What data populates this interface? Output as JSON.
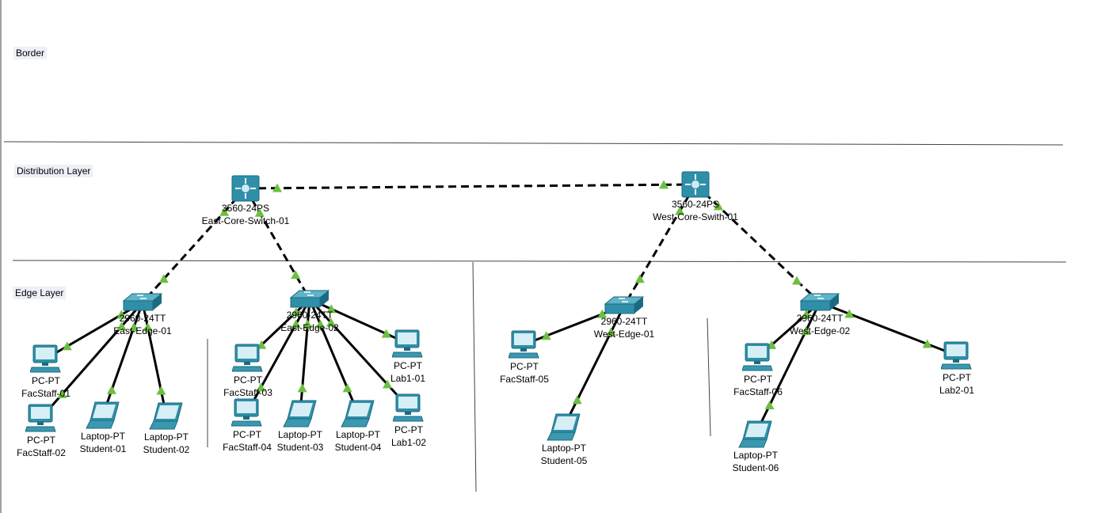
{
  "layers": [
    {
      "id": "border",
      "label": "Border"
    },
    {
      "id": "distribution",
      "label": "Distribution Layer"
    },
    {
      "id": "edge",
      "label": "Edge Layer"
    }
  ],
  "colors": {
    "link": "#000000",
    "port_up": "#6cbf3f",
    "device": "#2f8fa8",
    "device_dark": "#1b6b80",
    "label_bg": "#eef0f7"
  },
  "devices": [
    {
      "id": "ecs",
      "kind": "multilayer-switch",
      "model": "3560-24PS",
      "name": "East-Core-Switch-01"
    },
    {
      "id": "wcs",
      "kind": "multilayer-switch",
      "model": "3560-24PS",
      "name": "West-Core-Swith-01"
    },
    {
      "id": "ee1",
      "kind": "switch",
      "model": "2960-24TT",
      "name": "East-Edge-01"
    },
    {
      "id": "ee2",
      "kind": "switch",
      "model": "2960-24TT",
      "name": "East-Edge-02"
    },
    {
      "id": "we1",
      "kind": "switch",
      "model": "2960-24TT",
      "name": "West-Edge-01"
    },
    {
      "id": "we2",
      "kind": "switch",
      "model": "2960-24TT",
      "name": "West-Edge-02"
    },
    {
      "id": "fs01",
      "kind": "pc",
      "model": "PC-PT",
      "name": "FacStaff-01"
    },
    {
      "id": "fs02",
      "kind": "pc",
      "model": "PC-PT",
      "name": "FacStaff-02"
    },
    {
      "id": "st01",
      "kind": "laptop",
      "model": "Laptop-PT",
      "name": "Student-01"
    },
    {
      "id": "st02",
      "kind": "laptop",
      "model": "Laptop-PT",
      "name": "Student-02"
    },
    {
      "id": "fs03",
      "kind": "pc",
      "model": "PC-PT",
      "name": "FacStaff-03"
    },
    {
      "id": "fs04",
      "kind": "pc",
      "model": "PC-PT",
      "name": "FacStaff-04"
    },
    {
      "id": "st03",
      "kind": "laptop",
      "model": "Laptop-PT",
      "name": "Student-03"
    },
    {
      "id": "st04",
      "kind": "laptop",
      "model": "Laptop-PT",
      "name": "Student-04"
    },
    {
      "id": "lab101",
      "kind": "pc",
      "model": "PC-PT",
      "name": "Lab1-01"
    },
    {
      "id": "lab102",
      "kind": "pc",
      "model": "PC-PT",
      "name": "Lab1-02"
    },
    {
      "id": "fs05",
      "kind": "pc",
      "model": "PC-PT",
      "name": "FacStaff-05"
    },
    {
      "id": "st05",
      "kind": "laptop",
      "model": "Laptop-PT",
      "name": "Student-05"
    },
    {
      "id": "fs06",
      "kind": "pc",
      "model": "PC-PT",
      "name": "FacStaff-06"
    },
    {
      "id": "st06",
      "kind": "laptop",
      "model": "Laptop-PT",
      "name": "Student-06"
    },
    {
      "id": "lab201",
      "kind": "pc",
      "model": "PC-PT",
      "name": "Lab2-01"
    }
  ],
  "links": [
    {
      "from": "ecs",
      "to": "wcs",
      "style": "dashed"
    },
    {
      "from": "ecs",
      "to": "ee1",
      "style": "dashed"
    },
    {
      "from": "ecs",
      "to": "ee2",
      "style": "dashed"
    },
    {
      "from": "wcs",
      "to": "we1",
      "style": "dashed"
    },
    {
      "from": "wcs",
      "to": "we2",
      "style": "dashed"
    },
    {
      "from": "ee1",
      "to": "fs01",
      "style": "solid"
    },
    {
      "from": "ee1",
      "to": "fs02",
      "style": "solid"
    },
    {
      "from": "ee1",
      "to": "st01",
      "style": "solid"
    },
    {
      "from": "ee1",
      "to": "st02",
      "style": "solid"
    },
    {
      "from": "ee2",
      "to": "fs03",
      "style": "solid"
    },
    {
      "from": "ee2",
      "to": "fs04",
      "style": "solid"
    },
    {
      "from": "ee2",
      "to": "st03",
      "style": "solid"
    },
    {
      "from": "ee2",
      "to": "st04",
      "style": "solid"
    },
    {
      "from": "ee2",
      "to": "lab101",
      "style": "solid"
    },
    {
      "from": "ee2",
      "to": "lab102",
      "style": "solid"
    },
    {
      "from": "we1",
      "to": "fs05",
      "style": "solid"
    },
    {
      "from": "we1",
      "to": "st05",
      "style": "solid"
    },
    {
      "from": "we2",
      "to": "fs06",
      "style": "solid"
    },
    {
      "from": "we2",
      "to": "st06",
      "style": "solid"
    },
    {
      "from": "we2",
      "to": "lab201",
      "style": "solid"
    }
  ]
}
